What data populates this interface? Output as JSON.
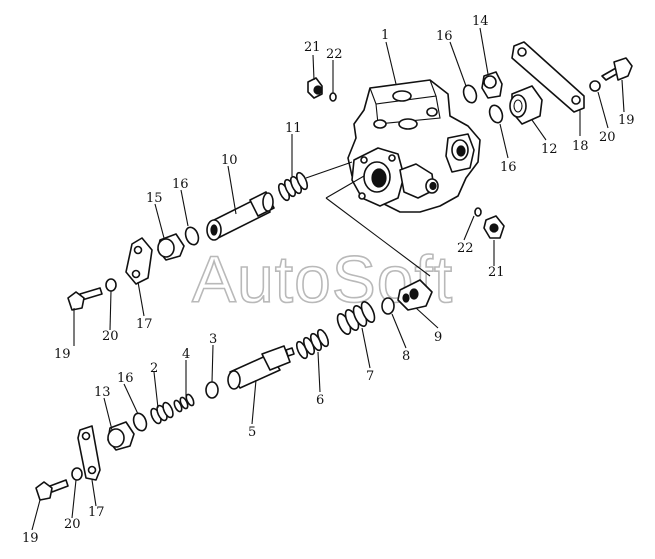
{
  "watermark": "AutoSoft",
  "callouts": {
    "c1": "1",
    "c2": "2",
    "c3": "3",
    "c4": "4",
    "c5": "5",
    "c6": "6",
    "c7": "7",
    "c8": "8",
    "c9": "9",
    "c10": "10",
    "c11": "11",
    "c12": "12",
    "c13": "13",
    "c14": "14",
    "c15": "15",
    "c16a": "16",
    "c16b": "16",
    "c16c": "16",
    "c16d": "16",
    "c17a": "17",
    "c17b": "17",
    "c18": "18",
    "c19a": "19",
    "c19b": "19",
    "c19c": "19",
    "c20a": "20",
    "c20b": "20",
    "c20c": "20",
    "c21a": "21",
    "c21b": "21",
    "c22a": "22",
    "c22b": "22"
  }
}
